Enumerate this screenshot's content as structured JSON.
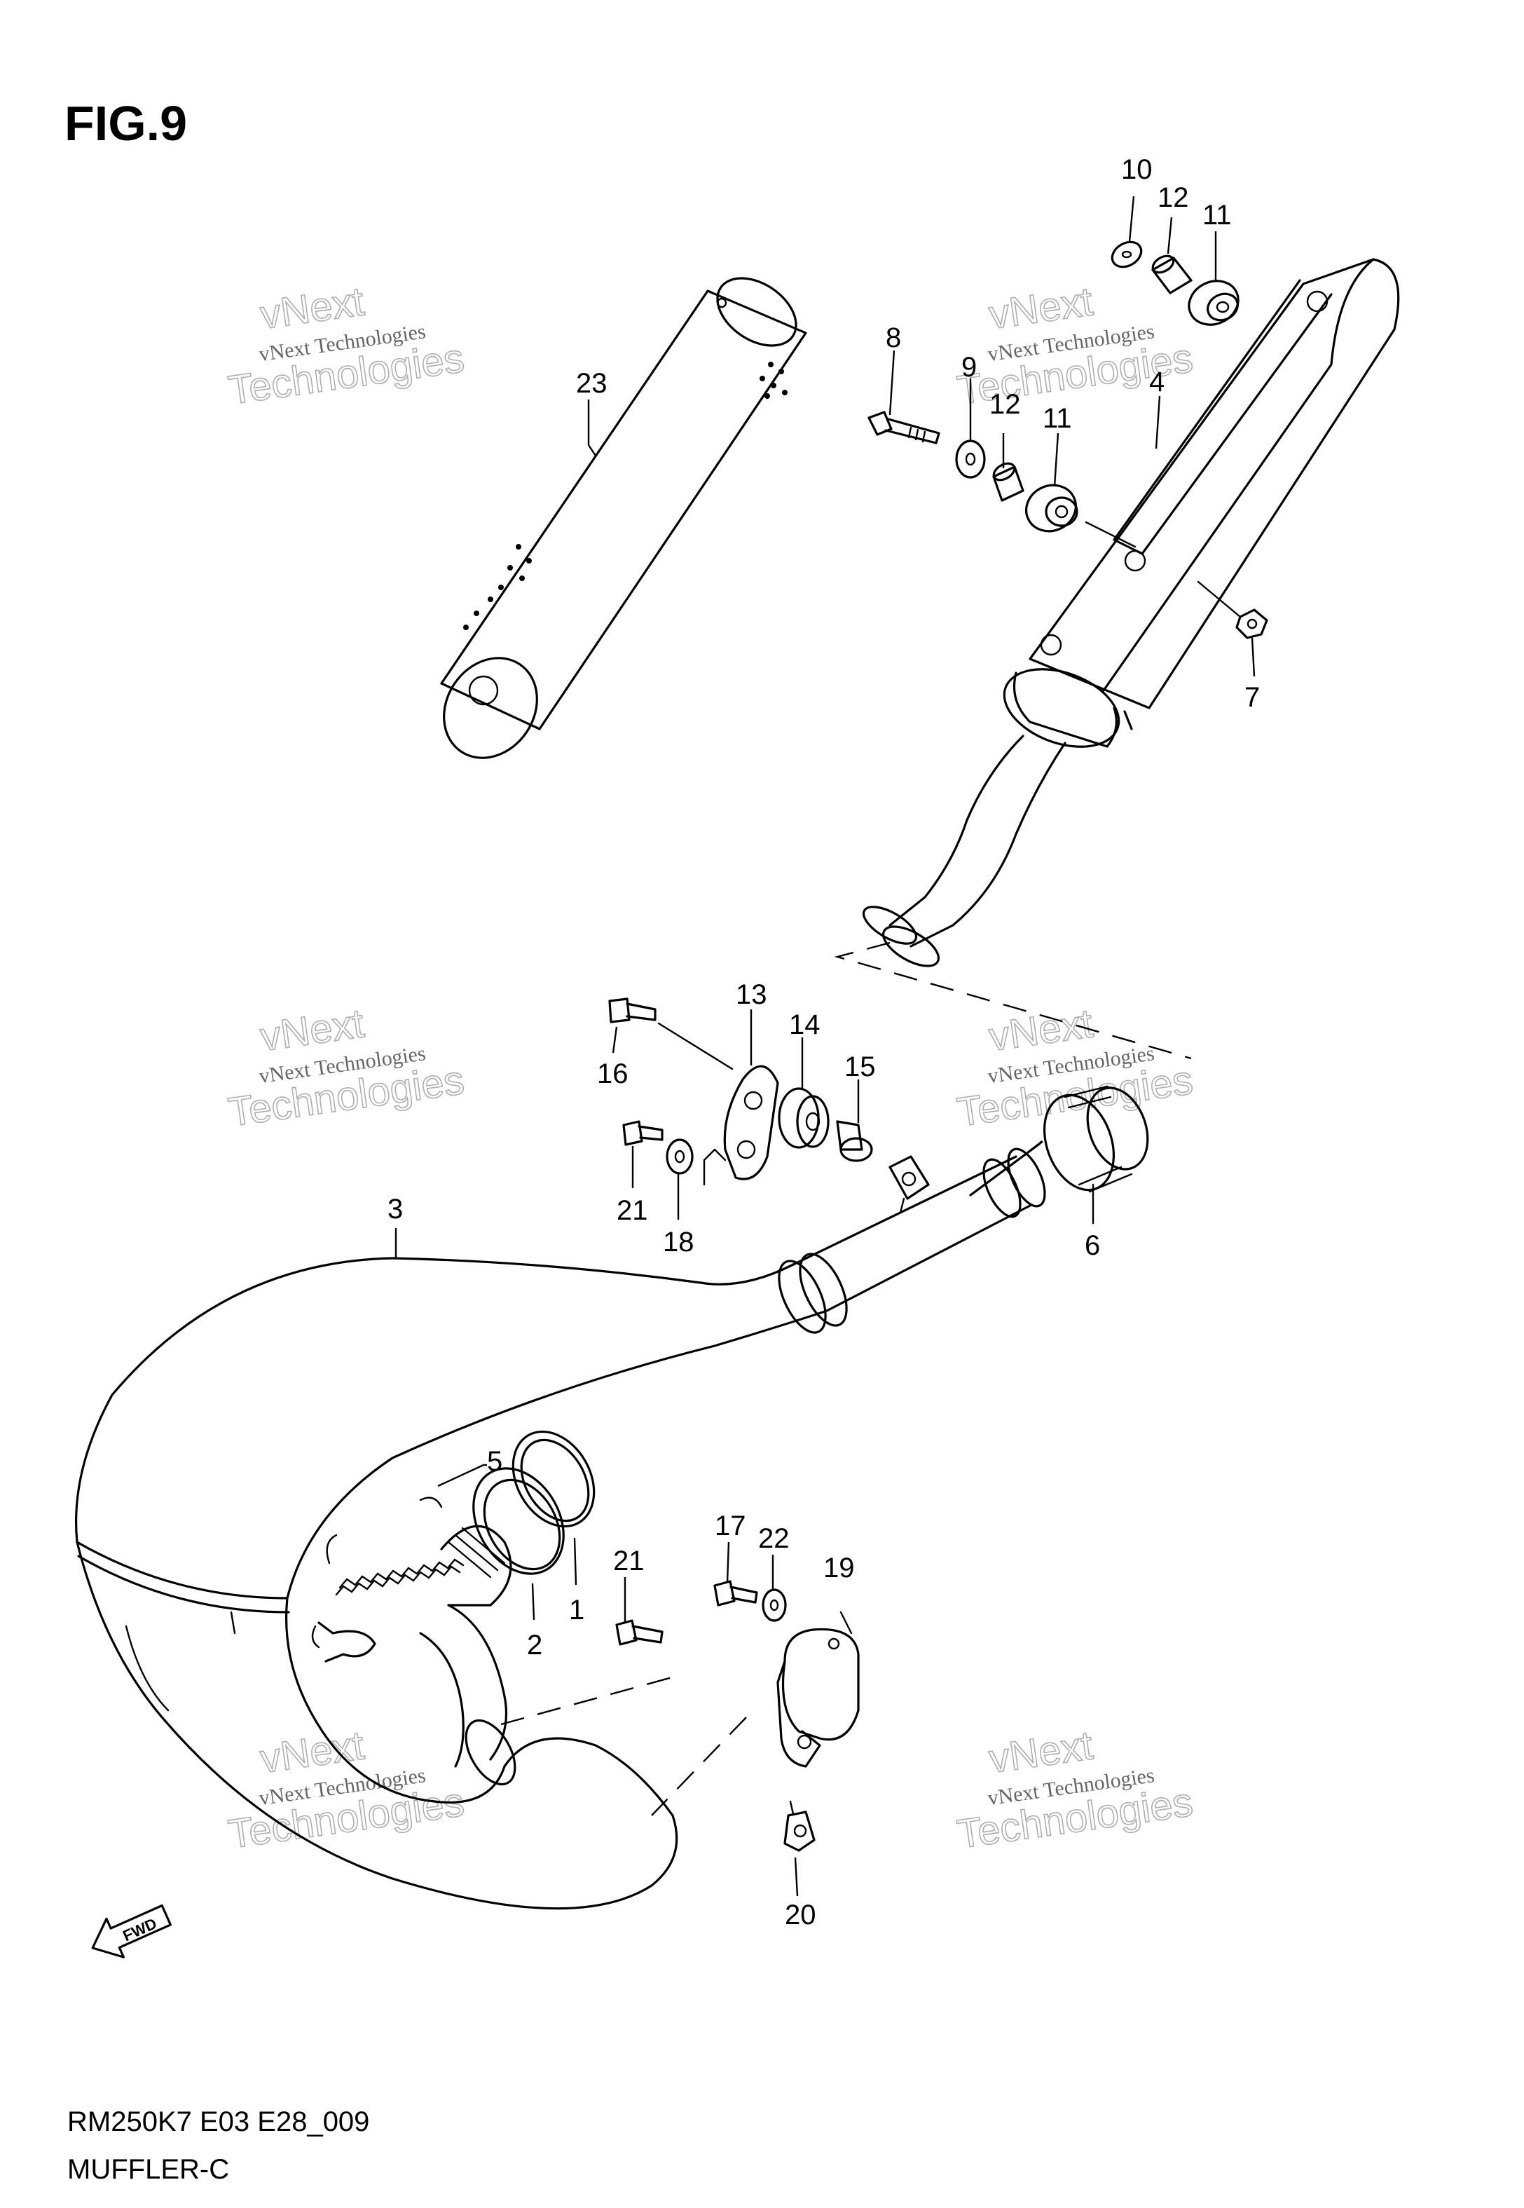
{
  "figure": {
    "title": "FIG.9",
    "code": "RM250K7 E03 E28_009",
    "name": "MUFFLER-C"
  },
  "watermark": {
    "line1": "vNext Technologies",
    "line2": "vNext",
    "line3": "Technologies"
  },
  "direction_arrow": {
    "label": "FWD"
  },
  "callouts": {
    "c1": "1",
    "c2": "2",
    "c3": "3",
    "c4": "4",
    "c5": "5",
    "c6": "6",
    "c7": "7",
    "c8": "8",
    "c9": "9",
    "c10": "10",
    "c11a": "11",
    "c11b": "11",
    "c12a": "12",
    "c12b": "12",
    "c13": "13",
    "c14": "14",
    "c15": "15",
    "c16": "16",
    "c17": "17",
    "c18": "18",
    "c19": "19",
    "c20": "20",
    "c21a": "21",
    "c21b": "21",
    "c22": "22",
    "c23": "23"
  }
}
